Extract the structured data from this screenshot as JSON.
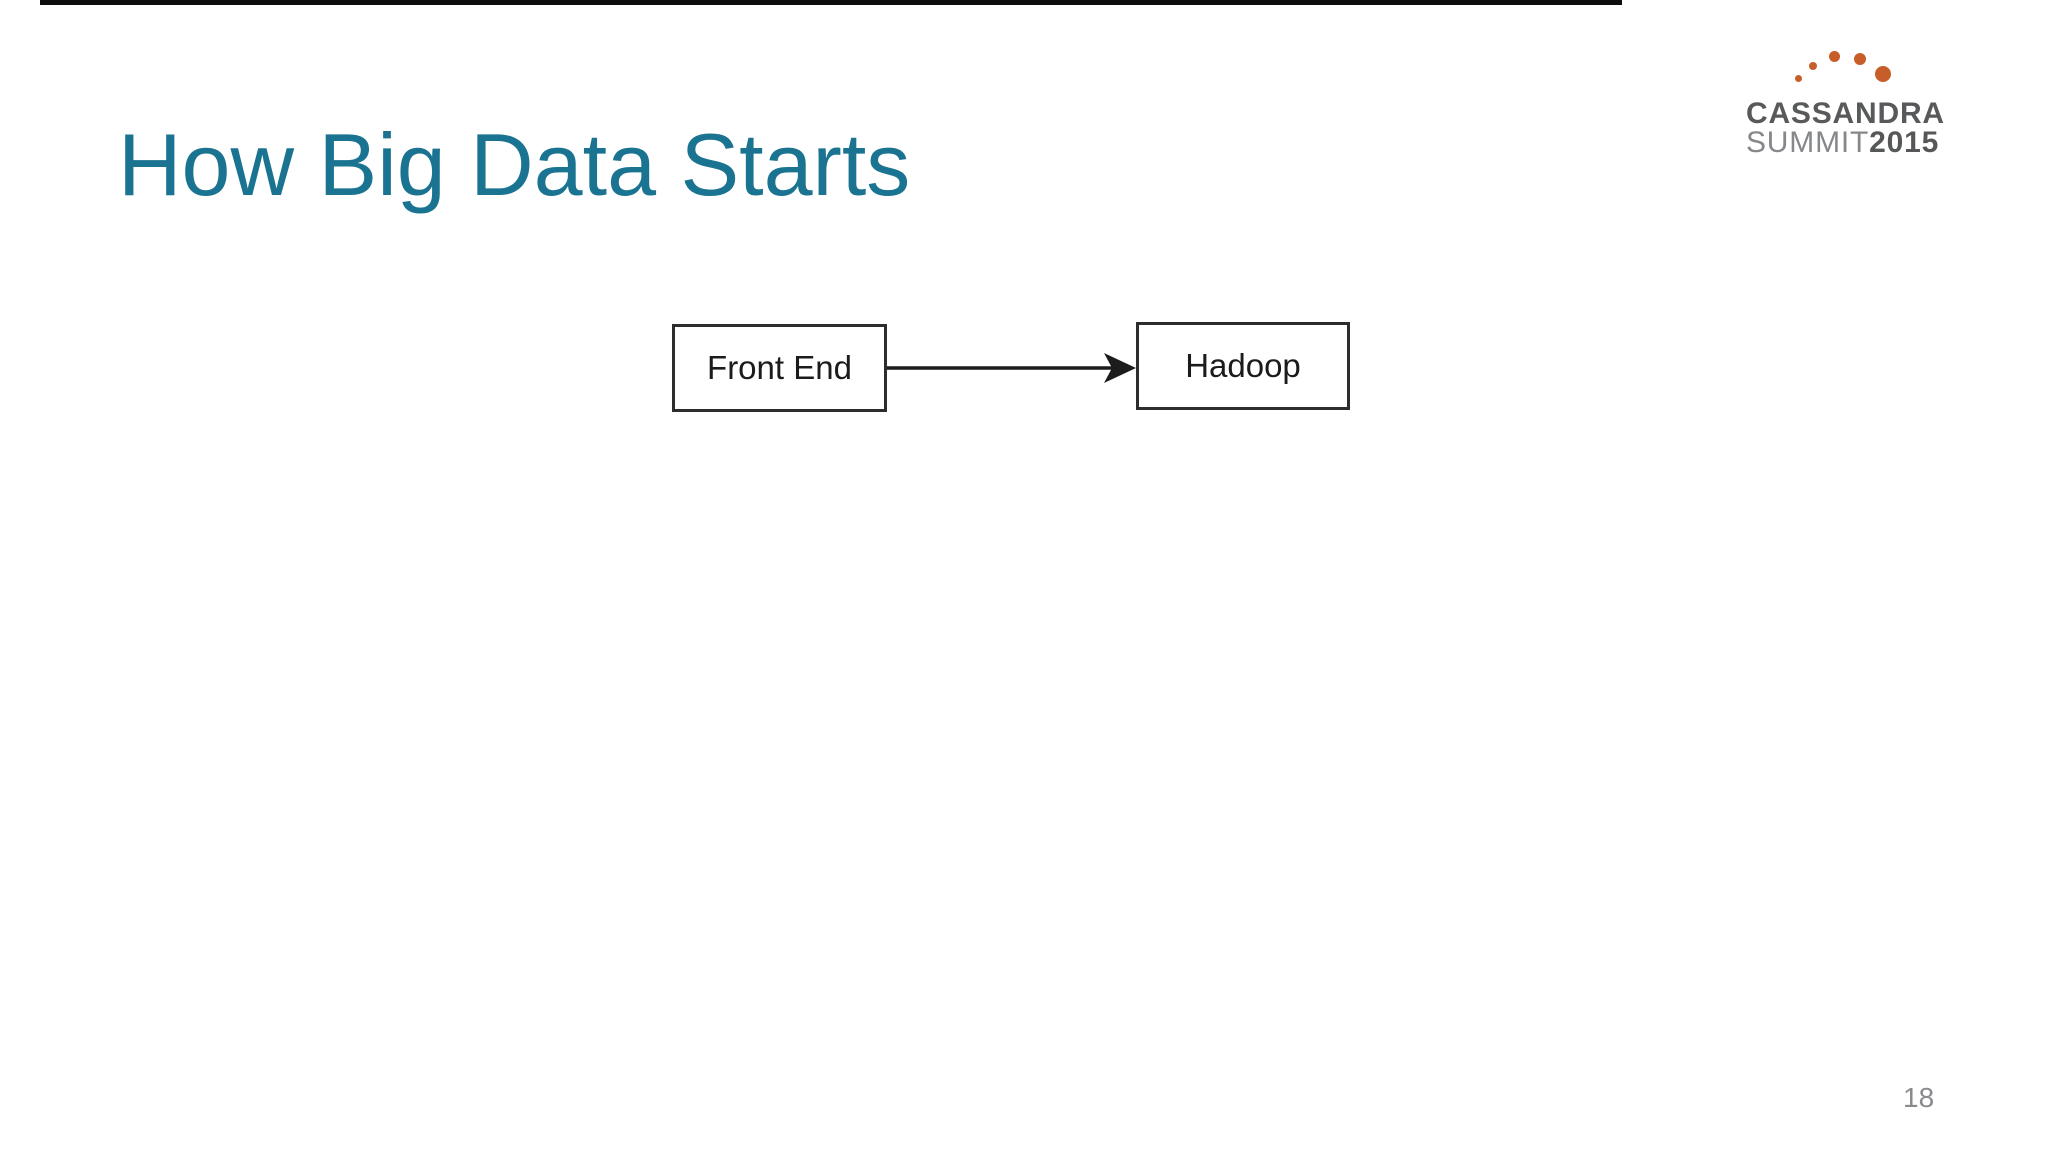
{
  "slide": {
    "title": "How Big Data Starts",
    "page_number": "18"
  },
  "logo": {
    "name": "cassandra-summit-2015",
    "cassandra": "CASSANDRA",
    "summit": "SUMMIT",
    "year": "2015",
    "dot_count": 5,
    "colors": {
      "dots_orange": "#c75d28",
      "cassandra_gray": "#58595b",
      "summit_gray": "#85878a",
      "year_gray": "#565759"
    }
  },
  "diagram": {
    "type": "flow",
    "nodes": [
      {
        "id": "front-end",
        "label": "Front End"
      },
      {
        "id": "hadoop",
        "label": "Hadoop"
      }
    ],
    "edges": [
      {
        "from": "front-end",
        "to": "hadoop",
        "direction": "right"
      }
    ],
    "colors": {
      "node_border": "#2d2d2d",
      "node_fill": "#ffffff",
      "edge_stroke": "#1c1c1c"
    }
  },
  "colors": {
    "background": "#ffffff",
    "title_teal": "#1a7491",
    "top_bar_black": "#0d0d0d",
    "page_number_gray": "#8a8a8e"
  }
}
